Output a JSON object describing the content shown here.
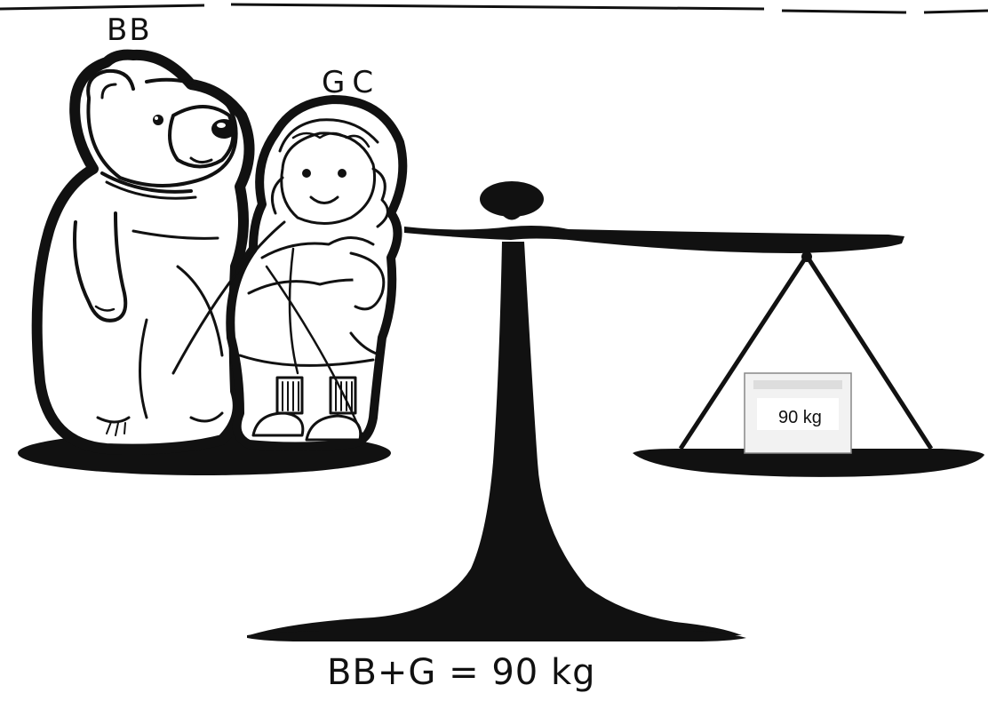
{
  "labels": {
    "bear": "BB",
    "girl": "GC",
    "weight": "90 kg",
    "equation": "BB+G = 90 kg"
  },
  "colors": {
    "ink": "#111111",
    "paper": "#ffffff",
    "weight_fill": "#f2f2f2"
  }
}
